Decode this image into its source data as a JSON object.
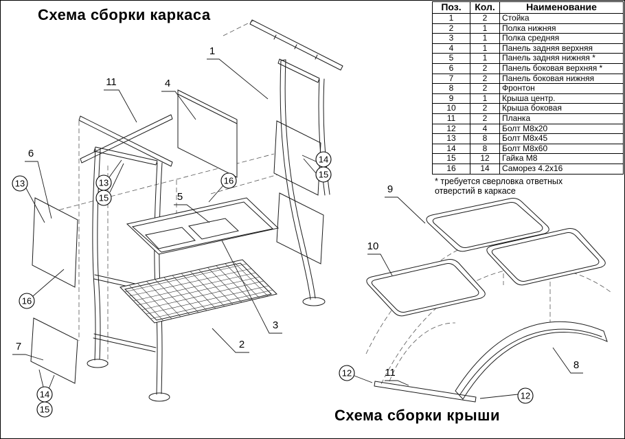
{
  "frame_diagram": {
    "title": "Схема сборки каркаса",
    "callouts": [
      "11",
      "1",
      "4",
      "6",
      "13",
      "13",
      "15",
      "5",
      "16",
      "14",
      "15",
      "16",
      "3",
      "2",
      "7",
      "14",
      "15"
    ]
  },
  "roof_diagram": {
    "title": "Схема сборки крыши",
    "callouts": [
      "9",
      "10",
      "12",
      "11",
      "12",
      "8"
    ]
  },
  "parts_table": {
    "headers": [
      "Поз.",
      "Кол.",
      "Наименование"
    ],
    "rows": [
      [
        "1",
        "2",
        "Стойка"
      ],
      [
        "2",
        "1",
        "Полка нижняя"
      ],
      [
        "3",
        "1",
        "Полка средняя"
      ],
      [
        "4",
        "1",
        "Панель задняя верхняя"
      ],
      [
        "5",
        "1",
        "Панель задняя нижняя *"
      ],
      [
        "6",
        "2",
        "Панель боковая верхняя *"
      ],
      [
        "7",
        "2",
        "Панель боковая нижняя"
      ],
      [
        "8",
        "2",
        "Фронтон"
      ],
      [
        "9",
        "1",
        "Крыша центр."
      ],
      [
        "10",
        "2",
        "Крыша боковая"
      ],
      [
        "11",
        "2",
        "Планка"
      ],
      [
        "12",
        "4",
        "Болт М8х20"
      ],
      [
        "13",
        "8",
        "Болт М8х45"
      ],
      [
        "14",
        "8",
        "Болт М8х60"
      ],
      [
        "15",
        "12",
        "Гайка М8"
      ],
      [
        "16",
        "14",
        "Саморез 4.2х16"
      ]
    ],
    "footnote": "* требуется сверловка ответных отверстий в каркасе"
  }
}
